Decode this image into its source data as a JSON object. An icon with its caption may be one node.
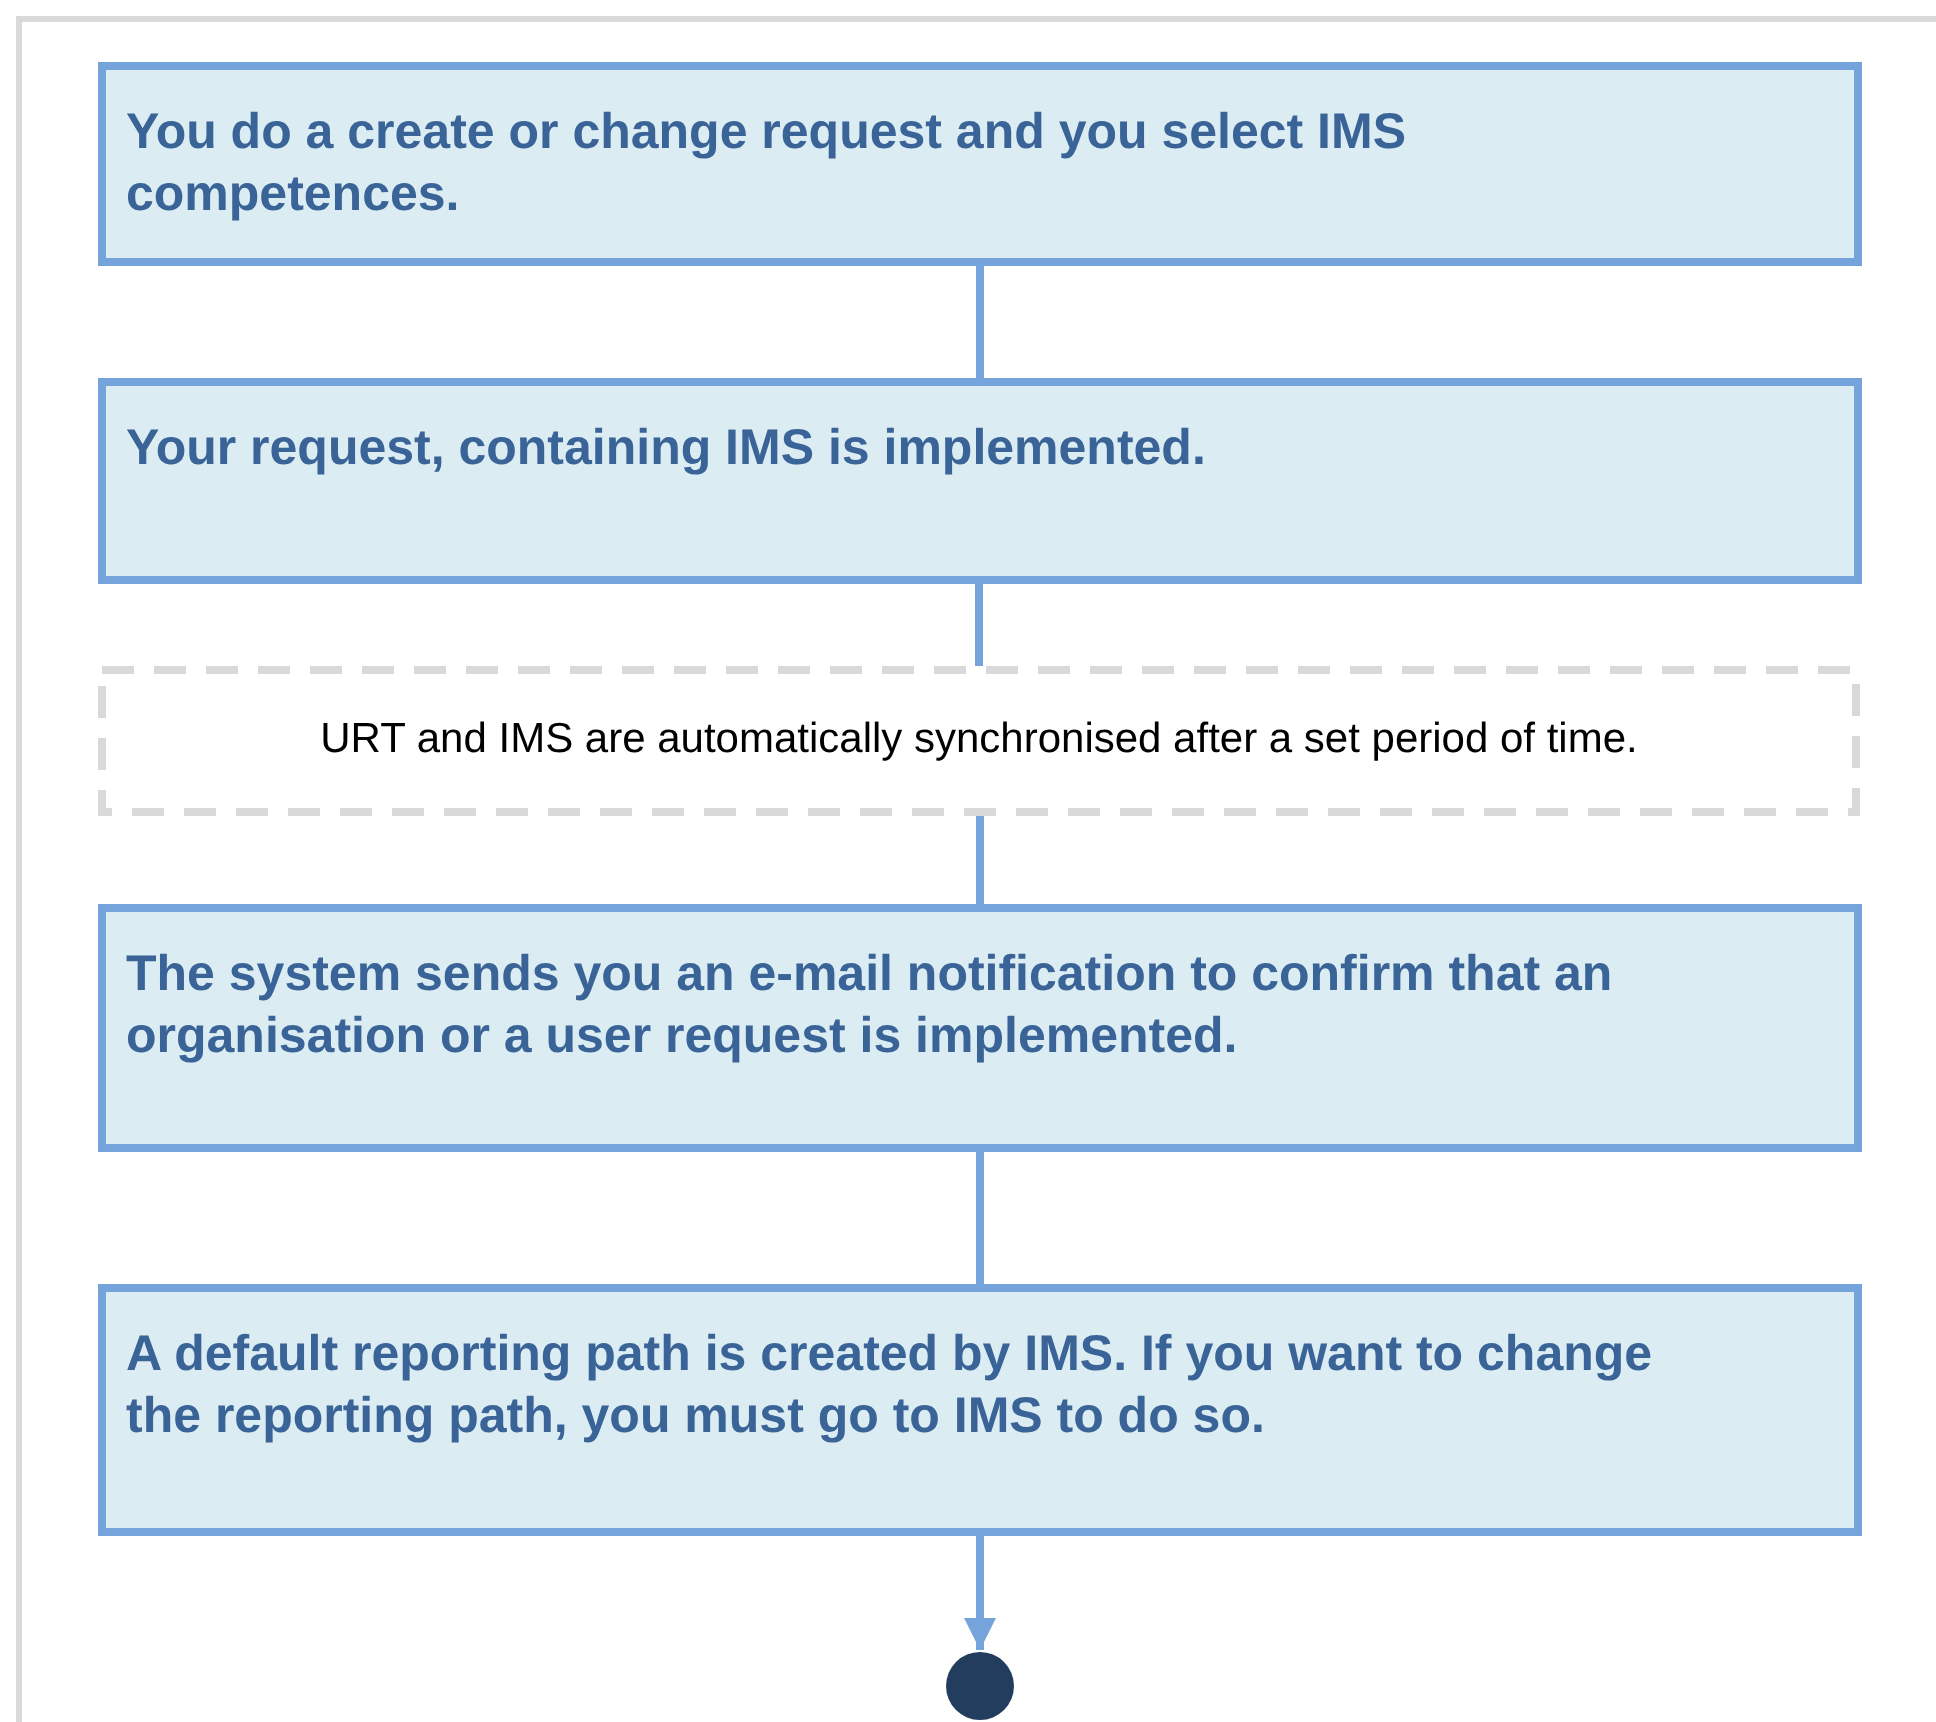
{
  "diagram": {
    "nodes": [
      {
        "text": [
          "You do a create or change request and you select IMS competences."
        ]
      },
      {
        "text": [
          "Your request, containing IMS is implemented."
        ]
      },
      {
        "text": [
          "URT and IMS are automatically synchronised after a set period of time."
        ]
      },
      {
        "text": [
          "The system sends you an e-mail notification to confirm that an organisation or a user request is implemented."
        ]
      },
      {
        "text": [
          "A default reporting path is created by IMS. If you want to change the reporting path, you must go to IMS to do so."
        ]
      },
      {
        "text": [],
        "shape": "circle"
      }
    ],
    "edges": [
      {
        "from": 0,
        "to": 1,
        "arrow": "none"
      },
      {
        "from": 1,
        "to": 2,
        "arrow": "none"
      },
      {
        "from": 2,
        "to": 3,
        "arrow": "none"
      },
      {
        "from": 3,
        "to": 4,
        "arrow": "none"
      },
      {
        "from": 4,
        "to": 5,
        "arrow": "to"
      }
    ]
  }
}
